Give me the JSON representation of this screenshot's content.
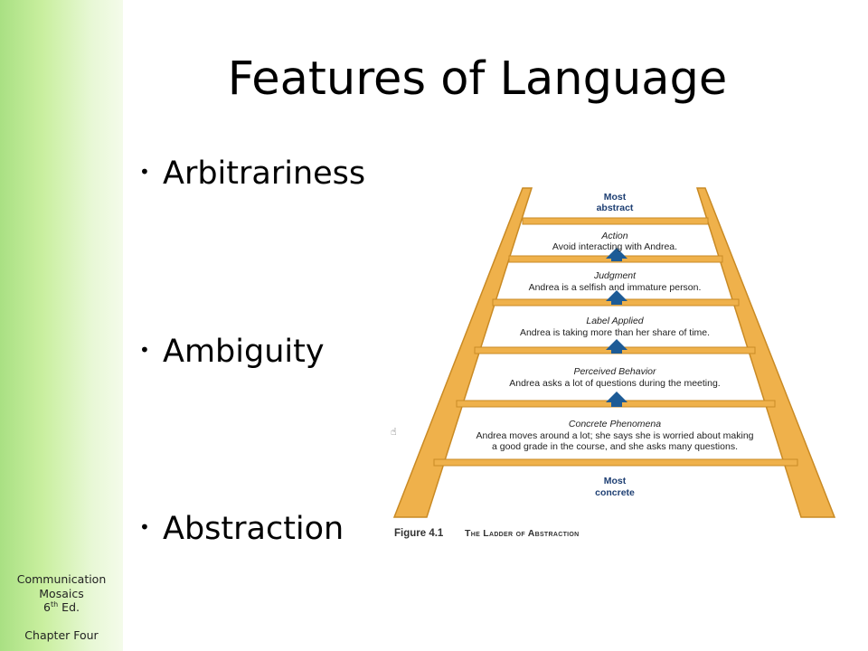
{
  "slide": {
    "title": "Features of Language",
    "bullets": [
      "Arbitrariness",
      "Ambiguity",
      "Abstraction"
    ]
  },
  "sidebar": {
    "course_line1": "Communication",
    "course_line2": "Mosaics",
    "edition_number": "6",
    "edition_suffix": "th",
    "edition_label": "Ed.",
    "chapter": "Chapter Four"
  },
  "figure": {
    "top_label_line1": "Most",
    "top_label_line2": "abstract",
    "bottom_label_line1": "Most",
    "bottom_label_line2": "concrete",
    "levels": [
      {
        "heading": "Action",
        "lines": [
          "Avoid interacting with Andrea."
        ]
      },
      {
        "heading": "Judgment",
        "lines": [
          "Andrea is a selfish and immature person."
        ]
      },
      {
        "heading": "Label Applied",
        "lines": [
          "Andrea is taking more than her share of time."
        ]
      },
      {
        "heading": "Perceived Behavior",
        "lines": [
          "Andrea asks a lot of questions during the meeting."
        ]
      },
      {
        "heading": "Concrete Phenomena",
        "lines": [
          "Andrea moves around a lot; she says she is worried about making",
          "a good grade in the course, and she asks many questions."
        ]
      }
    ],
    "caption_number": "Figure 4.1",
    "caption_title": "The Ladder of Abstraction",
    "colors": {
      "wood": "#efb14b",
      "wood_edge": "#c98a24",
      "arrow": "#1d5b96",
      "label": "#1e3f73"
    }
  }
}
